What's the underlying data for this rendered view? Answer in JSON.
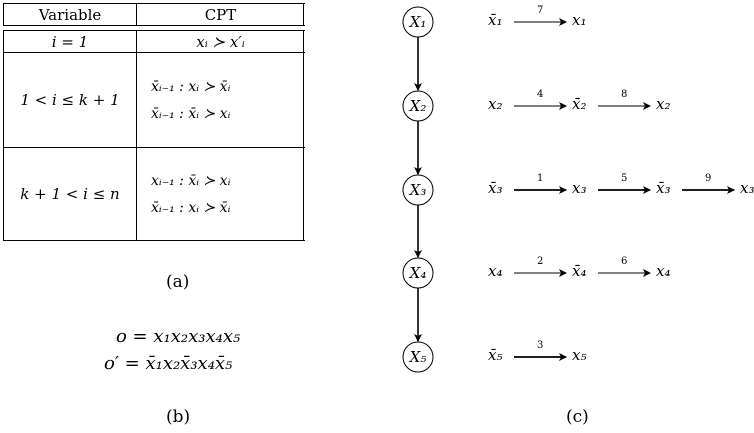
{
  "table": {
    "header_variable": "Variable",
    "header_cpt": "CPT",
    "rows": [
      {
        "variable": "i = 1",
        "cpt": [
          "xᵢ ≻ x′ᵢ"
        ]
      },
      {
        "variable": "1 < i ≤ k + 1",
        "cpt": [
          "x̄ᵢ₋₁  :  xᵢ ≻ x̄ᵢ",
          "x̄ᵢ₋₁  :  x̄ᵢ ≻ xᵢ"
        ]
      },
      {
        "variable": "k + 1 < i ≤ n",
        "cpt": [
          "xᵢ₋₁  :  x̄ᵢ ≻ xᵢ",
          "x̄ᵢ₋₁  :  xᵢ ≻ x̄ᵢ"
        ]
      }
    ]
  },
  "captions": {
    "a": "(a)",
    "b": "(b)",
    "c": "(c)"
  },
  "outcomes": {
    "o": "o = x₁x₂x₃x₄x₅",
    "o_prime": "o′ = x̄₁x₂x̄₃x₄x̄₅"
  },
  "nodes": [
    "X₁",
    "X₂",
    "X₃",
    "X₄",
    "X₅"
  ],
  "flip_sequences": [
    {
      "values": [
        "x̄₁",
        "x₁"
      ],
      "steps": [
        "7"
      ]
    },
    {
      "values": [
        "x₂",
        "x̄₂",
        "x₂"
      ],
      "steps": [
        "4",
        "8"
      ]
    },
    {
      "values": [
        "x̄₃",
        "x₃",
        "x̄₃",
        "x₃"
      ],
      "steps": [
        "1",
        "5",
        "9"
      ]
    },
    {
      "values": [
        "x₄",
        "x̄₄",
        "x₄"
      ],
      "steps": [
        "2",
        "6"
      ]
    },
    {
      "values": [
        "x̄₅",
        "x₅"
      ],
      "steps": [
        "3"
      ]
    }
  ]
}
